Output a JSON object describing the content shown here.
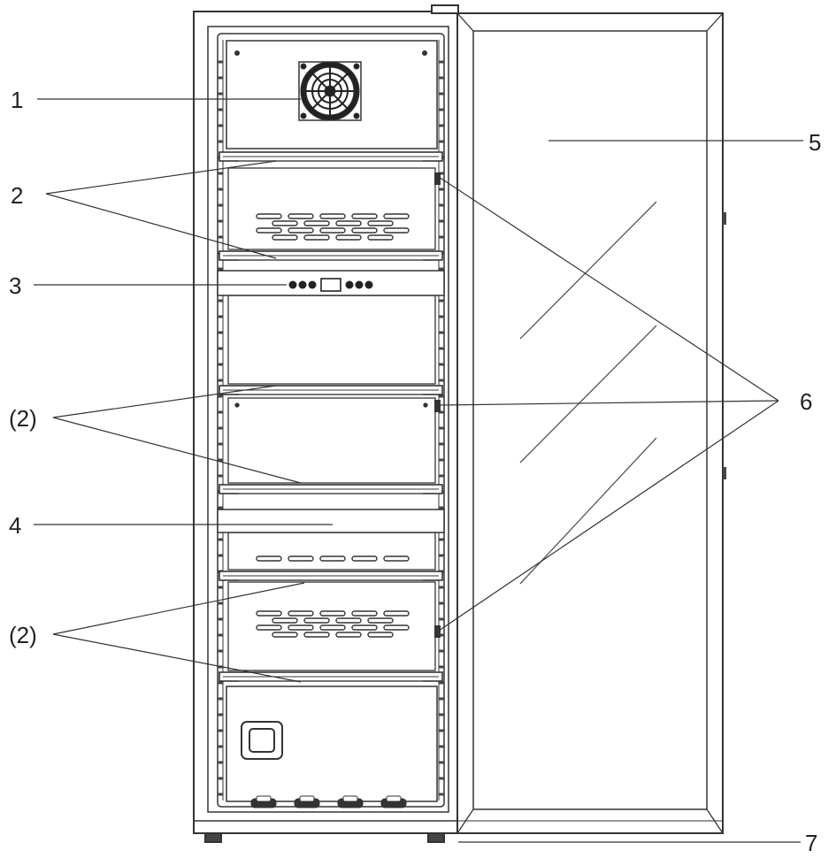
{
  "colors": {
    "stroke": "#333333",
    "light": "#777777",
    "text": "#222222"
  },
  "callouts": [
    {
      "id": "c1",
      "label": "1"
    },
    {
      "id": "c2a",
      "label": "2"
    },
    {
      "id": "c3",
      "label": "3"
    },
    {
      "id": "c2b",
      "label": "(2)"
    },
    {
      "id": "c4",
      "label": "4"
    },
    {
      "id": "c2c",
      "label": "(2)"
    },
    {
      "id": "c5",
      "label": "5"
    },
    {
      "id": "c6",
      "label": "6"
    },
    {
      "id": "c7",
      "label": "7"
    }
  ]
}
